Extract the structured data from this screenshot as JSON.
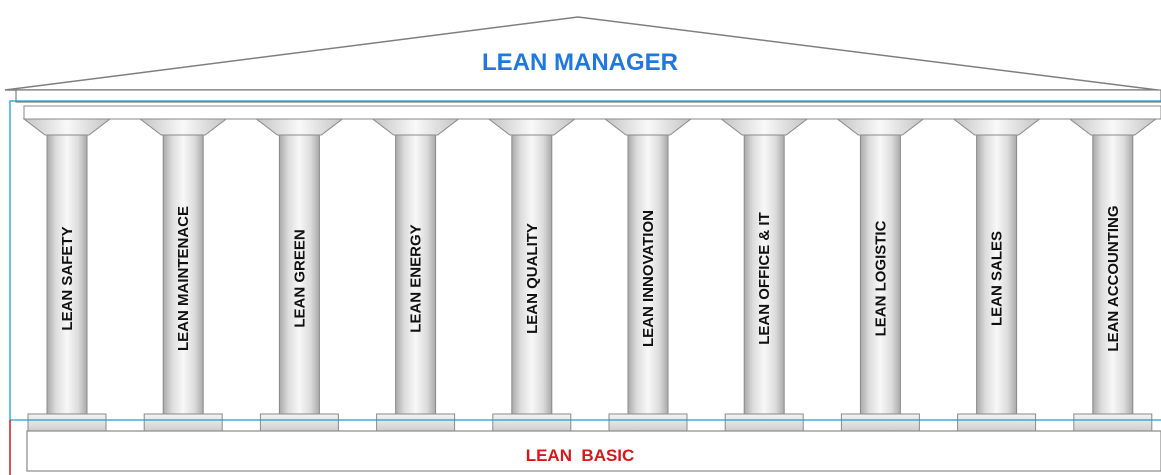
{
  "roof": {
    "title": "LEAN MANAGER"
  },
  "base": {
    "title": "LEAN  BASIC"
  },
  "pillars": [
    {
      "label": "LEAN SAFETY"
    },
    {
      "label": "LEAN MAINTENACE"
    },
    {
      "label": "LEAN GREEN"
    },
    {
      "label": "LEAN ENERGY"
    },
    {
      "label": "LEAN QUALITY"
    },
    {
      "label": "LEAN INNOVATION"
    },
    {
      "label": "LEAN OFFICE & IT"
    },
    {
      "label": "LEAN LOGISTIC"
    },
    {
      "label": "LEAN SALES"
    },
    {
      "label": "LEAN ACCOUNTING"
    }
  ],
  "colors": {
    "roof_title": "#1f78e0",
    "base_title": "#d81818",
    "frame_line": "#1aa0d0",
    "outline": "#7f7f7f",
    "pillar_light": "#f7f7f7",
    "pillar_dark": "#b9b9b9"
  }
}
